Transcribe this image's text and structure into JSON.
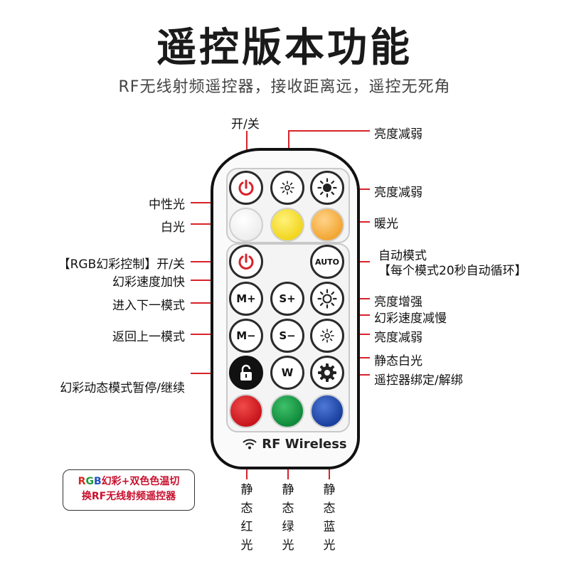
{
  "header": {
    "title": "遥控版本功能",
    "subtitle": "RF无线射频遥控器，接收距离远，遥控无死角"
  },
  "labels": {
    "power": "开/关",
    "brightness_down_top": "亮度减弱",
    "brightness_down_row1": "亮度减弱",
    "neutral_light": "中性光",
    "white_light": "白光",
    "warm_light": "暖光",
    "rgb_power": "【RGB幻彩控制】开/关",
    "auto_mode": "自动模式",
    "auto_mode_note": "【每个模式20秒自动循环】",
    "speed_up": "幻彩速度加快",
    "next_mode": "进入下一模式",
    "brightness_up": "亮度增强",
    "speed_down": "幻彩速度减慢",
    "prev_mode": "返回上一模式",
    "brightness_down_row4": "亮度减弱",
    "static_white": "静态白光",
    "pause_resume": "幻彩动态模式暂停/继续",
    "bind_unbind": "遥控器绑定/解绑",
    "static_red": "静态红光",
    "static_green": "静态绿光",
    "static_blue": "静态蓝光"
  },
  "remote": {
    "brand_text": "RF Wireless",
    "buttons": {
      "auto": "AUTO",
      "m_plus": "M+",
      "s_plus": "S+",
      "m_minus": "M−",
      "s_minus": "S−",
      "w": "W"
    }
  },
  "badge": {
    "line1_r": "R",
    "line1_g": "G",
    "line1_b": "B",
    "line1_rest": "幻彩+双色色温切",
    "line2": "换RF无线射频遥控器"
  },
  "colors": {
    "leader_line": "#d8232a",
    "power_icon": "#d8232a",
    "neutral": "#ffffff",
    "yellow": "#f2d61e",
    "warm": "#f2a632",
    "red": "#c8141b",
    "green": "#0f8a3a",
    "blue": "#1a3f9e",
    "lock": "#111111"
  },
  "icons": [
    "power-icon",
    "sun-small-icon",
    "sun-large-icon",
    "lock-icon",
    "gear-icon",
    "wifi-icon"
  ]
}
